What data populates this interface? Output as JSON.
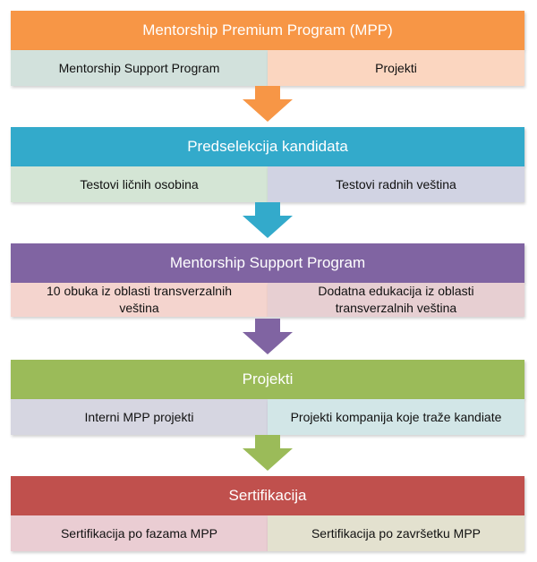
{
  "sections": [
    {
      "title": "Mentorship Premium Program (MPP)",
      "header_color": "#f79646",
      "arrow_color": "#f79646",
      "left": {
        "text": "Mentorship Support Program",
        "color": "#d2e1dc"
      },
      "right": {
        "text": "Projekti",
        "color": "#fbd6c0"
      }
    },
    {
      "title": "Predselekcija kandidata",
      "header_color": "#33aacb",
      "arrow_color": "#33aacb",
      "left": {
        "text": "Testovi ličnih osobina",
        "color": "#d4e5d5"
      },
      "right": {
        "text": "Testovi radnih veština",
        "color": "#d1d3e3"
      }
    },
    {
      "title": "Mentorship Support Program",
      "header_color": "#8064a2",
      "arrow_color": "#8064a2",
      "left": {
        "text": "10 obuka iz oblasti transverzalnih veština",
        "color": "#f4d4ce"
      },
      "right": {
        "text": "Dodatna edukacija iz oblasti transverzalnih veština",
        "color": "#e7cfd2"
      }
    },
    {
      "title": "Projekti",
      "header_color": "#9bbb59",
      "arrow_color": "#9bbb59",
      "left": {
        "text": "Interni MPP projekti",
        "color": "#d6d6e1"
      },
      "right": {
        "text": "Projekti kompanija koje traže kandiate",
        "color": "#d2e6e7"
      }
    },
    {
      "title": "Sertifikacija",
      "header_color": "#c0504d",
      "arrow_color": null,
      "left": {
        "text": "Sertifikacija po fazama MPP",
        "color": "#eacdd3"
      },
      "right": {
        "text": "Sertifikacija po završetku MPP",
        "color": "#e3e1cf"
      }
    }
  ]
}
